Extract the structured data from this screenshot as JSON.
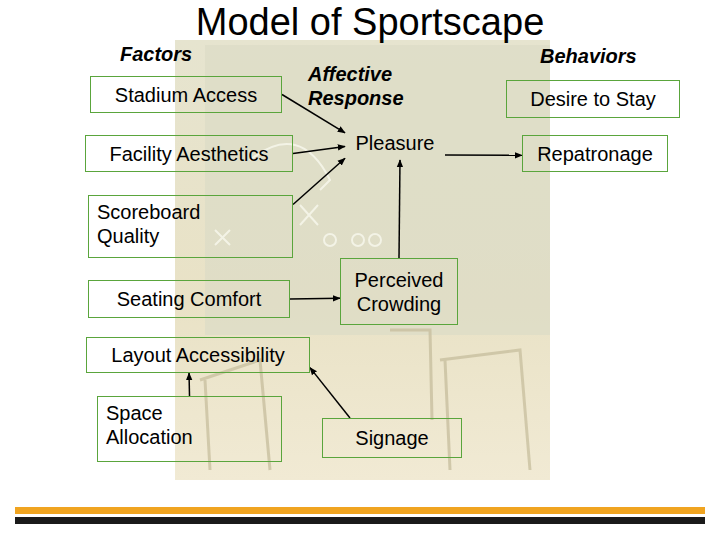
{
  "diagram": {
    "title": "Model of Sportscape",
    "nodes": [
      {
        "text": [
          "Stadium Access"
        ]
      },
      {
        "text": [
          "Facility Aesthetics"
        ]
      },
      {
        "text": [
          "Scoreboard Quality"
        ]
      },
      {
        "text": [
          "Seating Comfort"
        ]
      },
      {
        "text": [
          "Layout Accessibility"
        ]
      },
      {
        "text": [
          "Space Allocation"
        ]
      },
      {
        "text": [
          "Signage"
        ]
      },
      {
        "text": [
          "Pleasure"
        ]
      },
      {
        "text": [
          "Perceived Crowding"
        ]
      },
      {
        "text": [
          "Desire to Stay"
        ]
      },
      {
        "text": [
          "Repatronage"
        ]
      }
    ],
    "edges": [
      {
        "from": 0,
        "to": 7,
        "arrow": "to"
      },
      {
        "from": 1,
        "to": 7,
        "arrow": "to"
      },
      {
        "from": 2,
        "to": 7,
        "arrow": "to"
      },
      {
        "from": 3,
        "to": 8,
        "arrow": "to"
      },
      {
        "from": 5,
        "to": 4,
        "arrow": "to"
      },
      {
        "from": 6,
        "to": 4,
        "arrow": "to"
      },
      {
        "from": 8,
        "to": 7,
        "arrow": "to"
      },
      {
        "from": 7,
        "to": 10,
        "arrow": "to"
      }
    ],
    "labels": [
      "Factors",
      "Affective Response",
      "Behaviors"
    ]
  }
}
